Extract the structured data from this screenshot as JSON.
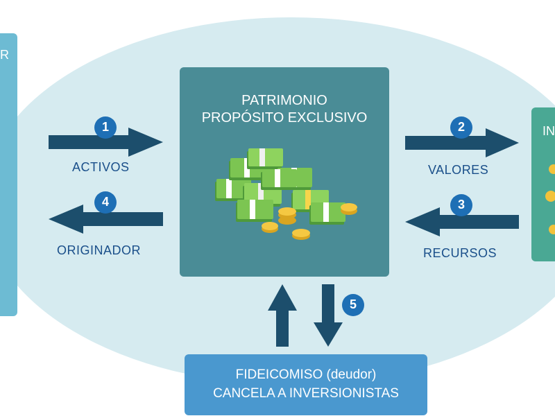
{
  "center_box": {
    "line1": "PATRIMONIO",
    "line2": "PROPÓSITO EXCLUSIVO"
  },
  "left_box": {
    "text_fragment": "R"
  },
  "right_box": {
    "text_fragment": "IN"
  },
  "bottom_box": {
    "line1": "FIDEICOMISO (deudor)",
    "line2": "CANCELA A INVERSIONISTAS"
  },
  "flows": [
    {
      "step": "1",
      "label": "ACTIVOS"
    },
    {
      "step": "2",
      "label": "VALORES"
    },
    {
      "step": "3",
      "label": "RECURSOS"
    },
    {
      "step": "4",
      "label": "ORIGINADOR"
    },
    {
      "step": "5",
      "label": ""
    }
  ],
  "colors": {
    "ellipse": "#d6ebf0",
    "left_box": "#6dbbd3",
    "center_box": "#4a8c96",
    "right_box": "#4aa894",
    "bottom_box": "#4a98cf",
    "arrow": "#1c4e6c",
    "badge": "#1e6fb5",
    "label_text": "#1a4f8a"
  },
  "icons": [
    "money-stack-icon",
    "coin-icon"
  ]
}
